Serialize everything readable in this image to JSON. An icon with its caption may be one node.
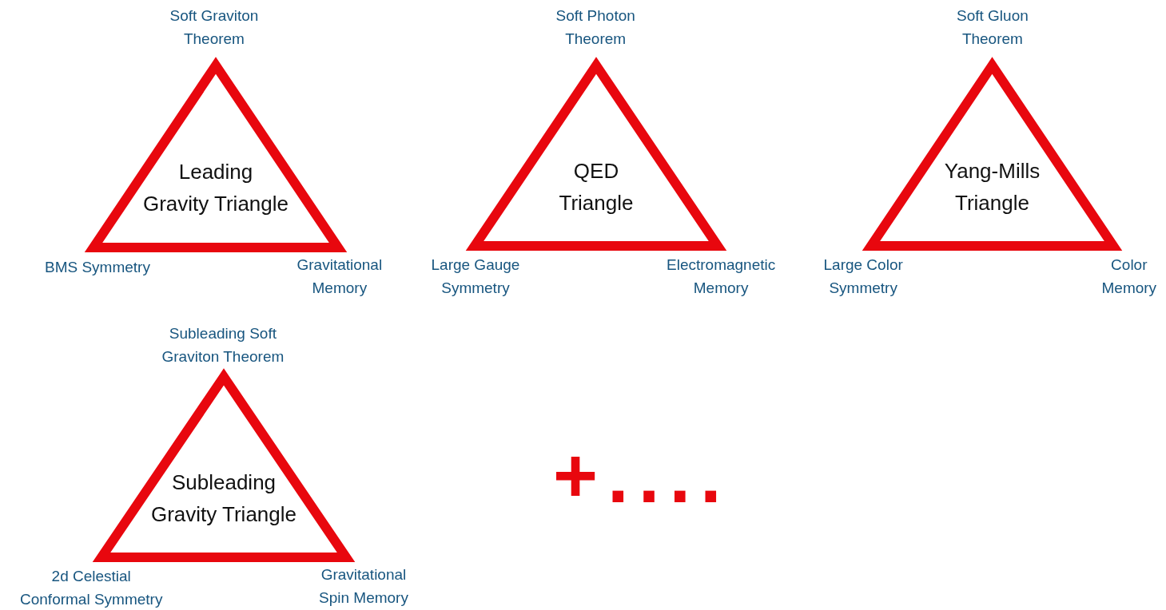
{
  "diagram": {
    "nodes": [
      {
        "text": [
          "Leading Gravity Triangle"
        ],
        "beside": [
          "Soft Graviton Theorem",
          "BMS Symmetry",
          "Gravitational Memory"
        ]
      },
      {
        "text": [
          "QED Triangle"
        ],
        "beside": [
          "Soft Photon Theorem",
          "Large Gauge Symmetry",
          "Electromagnetic Memory"
        ]
      },
      {
        "text": [
          "Yang-Mills Triangle"
        ],
        "beside": [
          "Soft Gluon Theorem",
          "Large Color Symmetry",
          "Color Memory"
        ]
      },
      {
        "text": [
          "Subleading Gravity Triangle"
        ],
        "beside": [
          "Subleading Soft Graviton Theorem",
          "2d Celestial Conformal Symmetry",
          "Gravitational Spin Memory"
        ]
      }
    ],
    "edges": [],
    "labels": [
      "+...."
    ]
  }
}
